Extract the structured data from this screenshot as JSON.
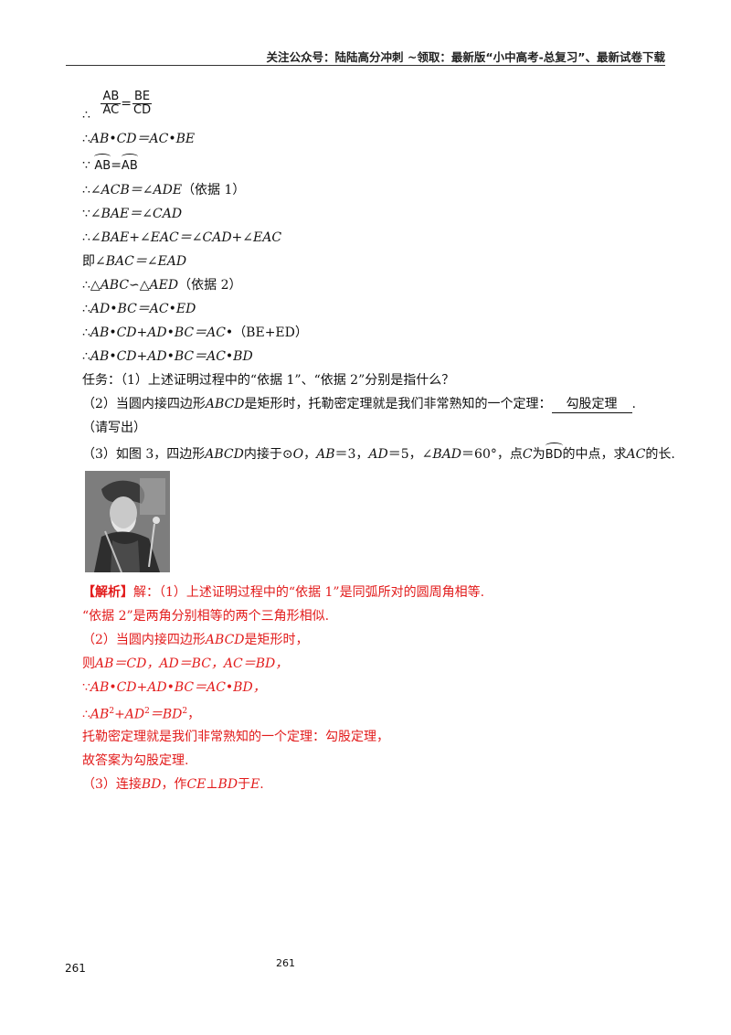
{
  "header": "关注公众号：陆陆高分冲刺   ~领取：最新版“小中高考-总复习”、最新试卷下载",
  "proof": {
    "frac_left_num": "AB",
    "frac_left_den": "AC",
    "frac_right_num": "BE",
    "frac_right_den": "CD",
    "therefore": "∴",
    "because": "∵",
    "l2": "AB•CD＝AC•BE",
    "l3_arc1": "AB",
    "l3_eq": "=",
    "l3_arc2": "AB",
    "l4_math": "∠ACB＝∠ADE",
    "l4_note": "（依据 1）",
    "l5": "∠BAE＝∠CAD",
    "l6": "∠BAE+∠EAC＝∠CAD+∠EAC",
    "l7_prefix": "即",
    "l7": "∠BAC＝∠EAD",
    "l8_math": "△ABC∽△AED",
    "l8_note": "（依据 2）",
    "l9": "AD•BC＝AC•ED",
    "l10_a": "AB•CD+AD•BC＝AC•",
    "l10_b": "（BE+ED）",
    "l11": "AB•CD+AD•BC＝AC•BD"
  },
  "task": {
    "t1": "任务：（1）上述证明过程中的“依据 1”、“依据 2”分别是指什么？",
    "t2_a": "（2）当圆内接四边形",
    "t2_b": "ABCD",
    "t2_c": "是矩形时，托勒密定理就是我们非常熟知的一个定理：",
    "t2_answer": "勾股定理",
    "t2_end": ".",
    "t2_note": "（请写出）",
    "t3_a": "（3）如图 3，四边形",
    "t3_b": "ABCD",
    "t3_c": "内接于⊙",
    "t3_d": "O",
    "t3_e": "，",
    "t3_f": "AB",
    "t3_g": "＝3，",
    "t3_h": "AD",
    "t3_i": "＝5，∠",
    "t3_j": "BAD",
    "t3_k": "＝60°，点",
    "t3_l": "C",
    "t3_m": "为",
    "t3_arc": "BD",
    "t3_n": "的中点，求",
    "t3_o": "AC",
    "t3_p": "的长."
  },
  "solution": {
    "s1_tag": "【解析】",
    "s1": "解：（1）上述证明过程中的“依据 1”是同弧所对的圆周角相等.",
    "s2": "“依据 2”是两角分别相等的两个三角形相似.",
    "s3_a": "（2）当圆内接四边形",
    "s3_b": "ABCD",
    "s3_c": "是矩形时，",
    "s4_prefix": "则",
    "s4": "AB＝CD，AD＝BC，AC＝BD，",
    "s5": "AB•CD+AD•BC＝AC•BD，",
    "s6_a": "AB",
    "s6_sup1": "2",
    "s6_b": "+AD",
    "s6_sup2": "2",
    "s6_c": "＝BD",
    "s6_sup3": "2",
    "s6_d": "，",
    "s7": "托勒密定理就是我们非常熟知的一个定理：勾股定理，",
    "s8": "故答案为勾股定理.",
    "s9_a": "（3）连接",
    "s9_b": "BD",
    "s9_c": "，作",
    "s9_d": "CE",
    "s9_e": "⊥",
    "s9_f": "BD",
    "s9_g": "于",
    "s9_h": "E",
    "s9_i": "."
  },
  "footer": {
    "left_page": "261",
    "center_page": "261"
  },
  "colors": {
    "solution_red": "#e21b1b"
  }
}
